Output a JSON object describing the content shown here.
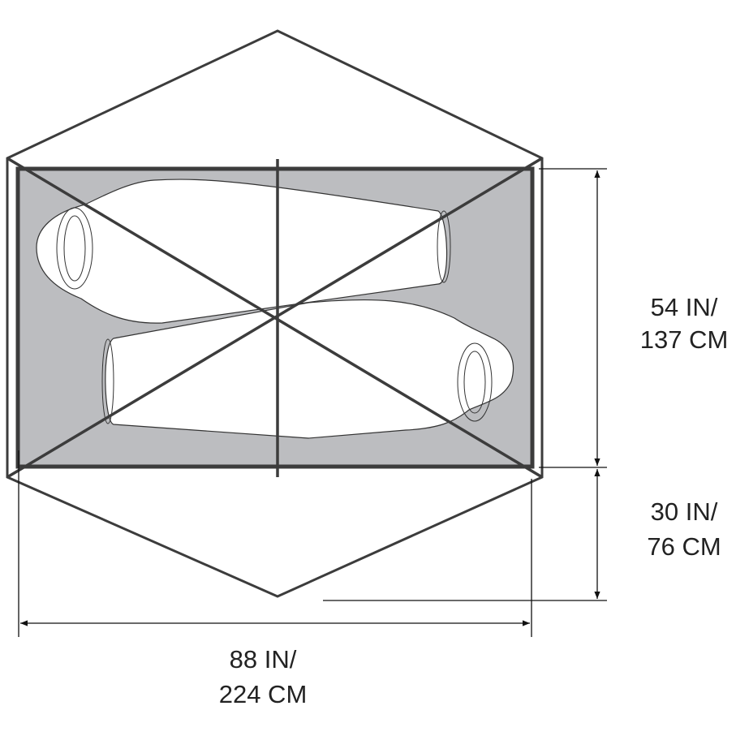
{
  "colors": {
    "floor": "#bcbdc0",
    "frame": "#3c3c3c",
    "bag": "#ffffff",
    "dim_line": "#111111"
  },
  "dimensions": {
    "width": {
      "line1": "54 IN/",
      "line2": "137 CM"
    },
    "vestibule": {
      "line1": "30 IN/",
      "line2": "76 CM"
    },
    "length": {
      "line1": "88 IN/",
      "line2": "224 CM"
    }
  }
}
